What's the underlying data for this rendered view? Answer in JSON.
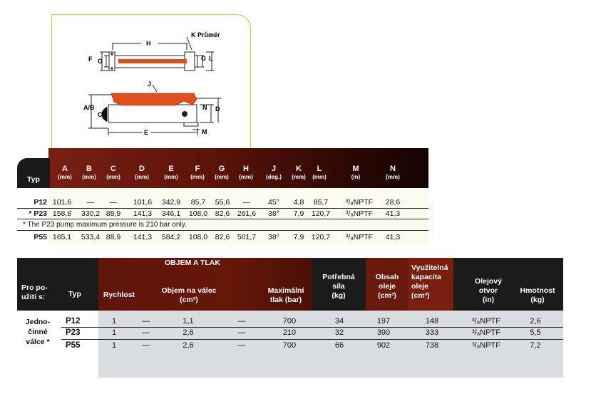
{
  "drawing": {
    "labels": {
      "H": "H",
      "K_prumer": "K Průměr",
      "F": "F",
      "G_left": "G",
      "G_right": "G",
      "L": "L",
      "J": "J",
      "AB": "A/B",
      "C": "C",
      "N": "N",
      "D": "D",
      "E": "E",
      "M": "M"
    },
    "colors": {
      "handle": "#e0501c",
      "panel_border": "#e2c33e"
    }
  },
  "table1": {
    "typ_label": "Typ",
    "columns": [
      {
        "name": "A",
        "unit": "(mm)"
      },
      {
        "name": "B",
        "unit": "(mm)"
      },
      {
        "name": "C",
        "unit": "(mm)"
      },
      {
        "name": "D",
        "unit": "(mm)"
      },
      {
        "name": "E",
        "unit": "(mm)"
      },
      {
        "name": "F",
        "unit": "(mm)"
      },
      {
        "name": "G",
        "unit": "(mm)"
      },
      {
        "name": "H",
        "unit": "(mm)"
      },
      {
        "name": "J",
        "unit": "(deg.)"
      },
      {
        "name": "K",
        "unit": "(mm)"
      },
      {
        "name": "L",
        "unit": "(mm)"
      },
      {
        "name": "M",
        "unit": "(in)"
      },
      {
        "name": "N",
        "unit": "(mm)"
      }
    ],
    "rows": [
      {
        "typ": "P12",
        "cells": [
          "101,6",
          "—",
          "—",
          "101,6",
          "342,9",
          "85,7",
          "55,6",
          "—",
          "45°",
          "4,8",
          "85,7",
          "³/₈NPTF",
          "28,6"
        ]
      },
      {
        "typ": "* P23",
        "cells": [
          "158,8",
          "330,2",
          "88,9",
          "141,3",
          "346,1",
          "108,0",
          "82,6",
          "261,6",
          "38°",
          "7,9",
          "120,7",
          "³/₈NPTF",
          "41,3"
        ]
      },
      {
        "typ": "P55",
        "cells": [
          "165,1",
          "533,4",
          "88,9",
          "141,3",
          "584,2",
          "108,0",
          "82,6",
          "501,7",
          "38°",
          "7,9",
          "120,7",
          "³/₈NPTF",
          "41,3"
        ]
      }
    ],
    "note": "* The P23 pump maximum pressure is 210 bar only."
  },
  "table2": {
    "headers": {
      "pro_pouziti": "Pro po-\nužití s:",
      "typ": "Typ",
      "group": "OBJEM A TLAK",
      "rychlost": "Rychlost",
      "objem": "Objem na válec",
      "objem_unit": "(cm³)",
      "max_tlak": "Maximální\ntlak (bar)",
      "potrebna": "Potřebná\nsíla\n(kg)",
      "obsah": "Obsah\noleje\n(cm³)",
      "vyuzitelna": "Využitelná\nkapacita\noleje\n(cm³)",
      "olejovy": "Olejový\notvor\n(in)",
      "hmotnost": "Hmotnost\n(kg)"
    },
    "group_label": "Jedno-\nčinné\nválce *",
    "rows": [
      {
        "typ": "P12",
        "cells": [
          "1",
          "—",
          "1,1",
          "—",
          "700",
          "34",
          "197",
          "148",
          "³/₈NPTF",
          "2,6"
        ]
      },
      {
        "typ": "P23",
        "cells": [
          "1",
          "—",
          "2,6",
          "—",
          "210",
          "32",
          "390",
          "333",
          "³/₈NPTF",
          "5,5"
        ]
      },
      {
        "typ": "P55",
        "cells": [
          "1",
          "—",
          "2,6",
          "—",
          "700",
          "66",
          "902",
          "738",
          "³/₈NPTF",
          "7,2"
        ]
      }
    ]
  }
}
